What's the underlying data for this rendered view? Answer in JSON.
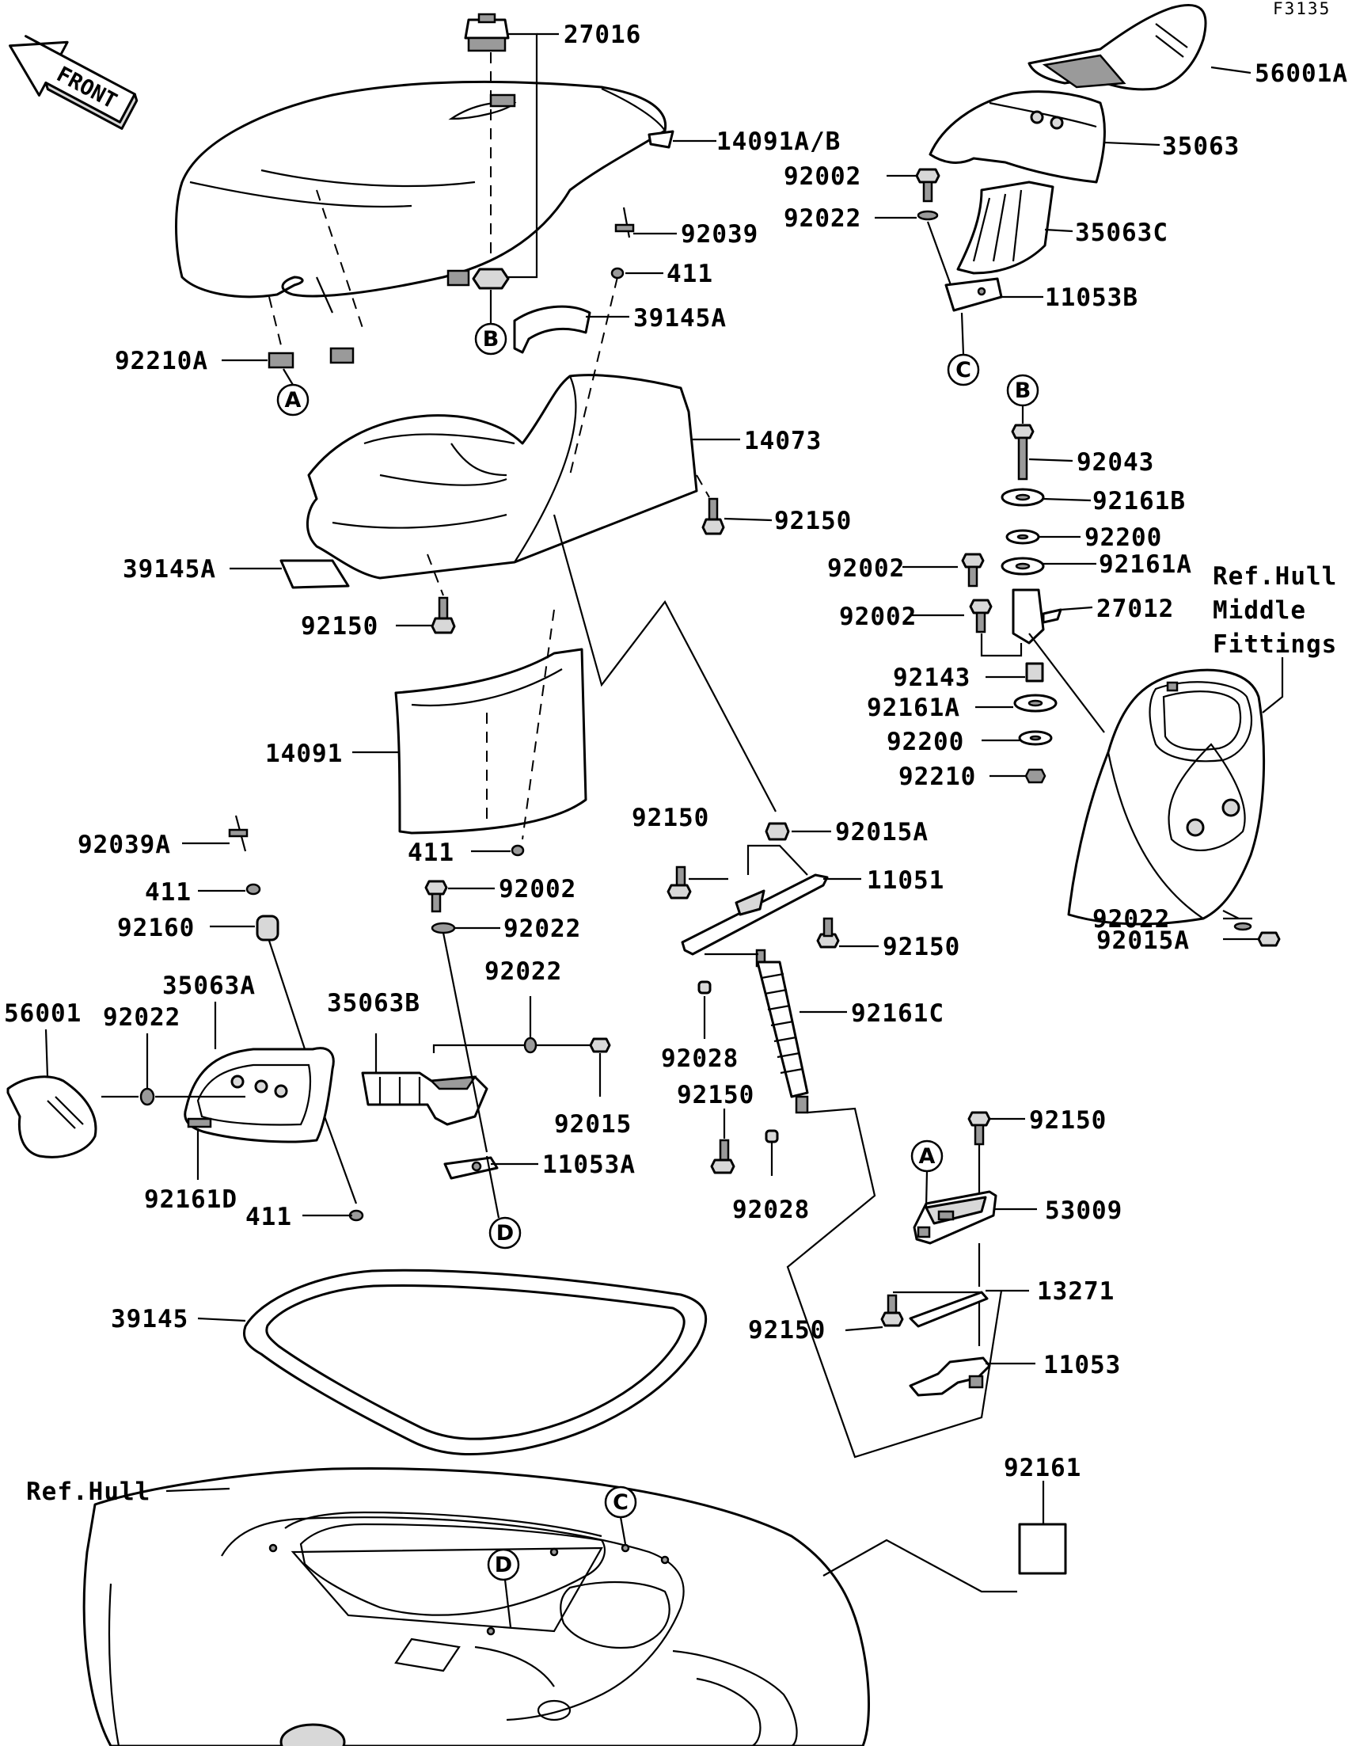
{
  "figure_code": "F3135",
  "front_label": "FRONT",
  "callouts": {
    "c27016": "27016",
    "c56001A": "56001A",
    "c14091AB": "14091A/B",
    "c35063": "35063",
    "c92002_a": "92002",
    "c92022_a": "92022",
    "c35063C": "35063C",
    "c92039": "92039",
    "c411_a": "411",
    "c39145A_a": "39145A",
    "c11053B": "11053B",
    "c92210A": "92210A",
    "c14073": "14073",
    "c92043": "92043",
    "c92161B": "92161B",
    "c92150_a": "92150",
    "c92200_a": "92200",
    "c39145A_b": "39145A",
    "c92002_b": "92002",
    "c92161A_a": "92161A",
    "c92150_b": "92150",
    "c92002_c": "92002",
    "c27012": "27012",
    "c92143": "92143",
    "c14091": "14091",
    "c92161A_b": "92161A",
    "c92200_b": "92200",
    "c92210": "92210",
    "c92150_c": "92150",
    "c92015A_a": "92015A",
    "c92039A": "92039A",
    "c11051": "11051",
    "c411_b": "411",
    "c411_c": "411",
    "c92002_d": "92002",
    "c92160": "92160",
    "c92022_b": "92022",
    "c92150_d": "92150",
    "c92022_c": "92022",
    "c92015A_b": "92015A",
    "c92022_d": "92022",
    "c35063A": "35063A",
    "c35063B": "35063B",
    "c92161C": "92161C",
    "c56001": "56001",
    "c92022_e": "92022",
    "c92028_a": "92028",
    "c92015": "92015",
    "c92150_e": "92150",
    "c92150_f": "92150",
    "c11053A": "11053A",
    "c92161D": "92161D",
    "c411_d": "411",
    "c53009": "53009",
    "c92028_b": "92028",
    "c13271": "13271",
    "c39145": "39145",
    "c92150_g": "92150",
    "c11053": "11053",
    "c92161": "92161"
  },
  "refs": {
    "hull_middle_1": "Ref.Hull",
    "hull_middle_2": "Middle",
    "hull_middle_3": "Fittings",
    "hull": "Ref.Hull"
  },
  "markers": {
    "a_top": "A",
    "b_top": "B",
    "c_top": "C",
    "b_right": "B",
    "a_right": "A",
    "d_mid": "D",
    "c_bottom": "C",
    "d_bottom": "D"
  }
}
